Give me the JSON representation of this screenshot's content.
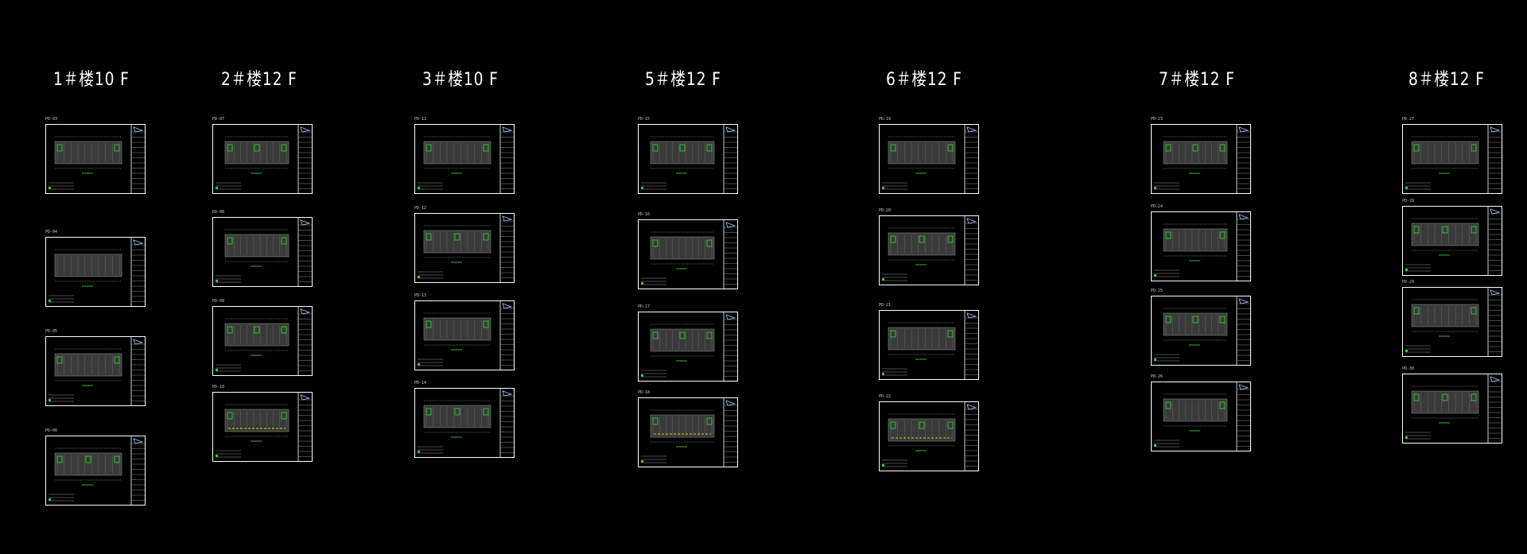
{
  "canvas": {
    "background": "#000000",
    "line_color": "#ffffff",
    "accent_color": "#33cc33",
    "highlight_color": "#ffff00"
  },
  "columns": [
    {
      "title": "1＃楼10 F",
      "sheets": [
        "PD-03",
        "PD-04",
        "PD-05",
        "PD-06"
      ]
    },
    {
      "title": "2＃楼12 F",
      "sheets": [
        "PD-07",
        "PD-08",
        "PD-09",
        "PD-10"
      ]
    },
    {
      "title": "3＃楼10 F",
      "sheets": [
        "PD-11",
        "PD-12",
        "PD-13",
        "PD-14"
      ]
    },
    {
      "title": "5＃楼12 F",
      "sheets": [
        "PD-15",
        "PD-16",
        "PD-17",
        "PD-18"
      ]
    },
    {
      "title": "6＃楼12 F",
      "sheets": [
        "PD-19",
        "PD-20",
        "PD-21",
        "PD-22"
      ]
    },
    {
      "title": "7＃楼12 F",
      "sheets": [
        "PD-23",
        "PD-24",
        "PD-25",
        "PD-26"
      ]
    },
    {
      "title": "8＃楼12 F",
      "sheets": [
        "PD-27",
        "PD-28",
        "PD-29",
        "PD-30"
      ]
    }
  ]
}
